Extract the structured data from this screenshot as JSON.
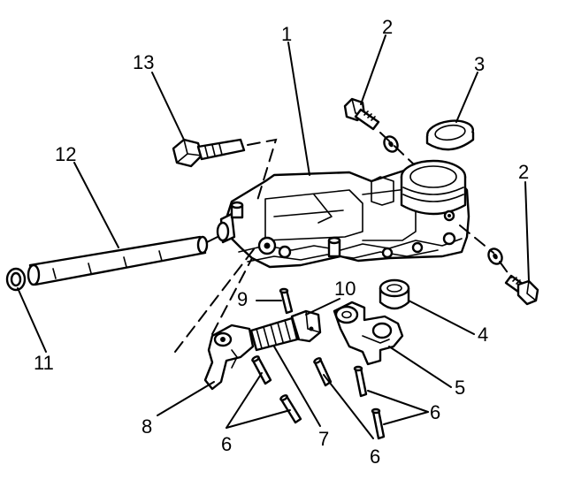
{
  "callouts": {
    "c1": "1",
    "c2a": "2",
    "c2b": "2",
    "c3": "3",
    "c4": "4",
    "c5": "5",
    "c6a": "6",
    "c6b": "6",
    "c6c": "6",
    "c7": "7",
    "c8": "8",
    "c9": "9",
    "c10": "10",
    "c11": "11",
    "c12": "12",
    "c13": "13"
  }
}
